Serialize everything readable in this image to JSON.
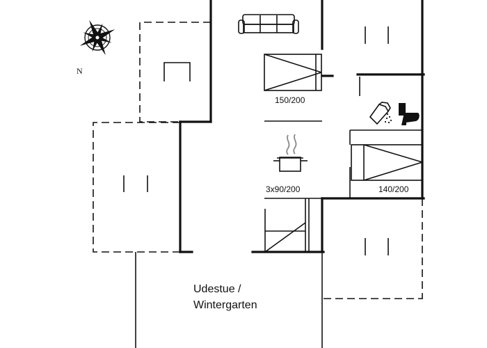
{
  "compass": {
    "north_label": "N"
  },
  "beds": [
    {
      "label": "150/200"
    },
    {
      "label": "140/200"
    },
    {
      "label": "3x90/200"
    }
  ],
  "rooms": {
    "winter_garden_line1": "Udestue /",
    "winter_garden_line2": "Wintergarten"
  },
  "icons": {
    "compass": "compass-rose-icon",
    "sofa": "sofa-icon",
    "cooking_pot": "cooking-pot-icon",
    "shower": "shower-head-icon",
    "toilet": "toilet-icon"
  }
}
